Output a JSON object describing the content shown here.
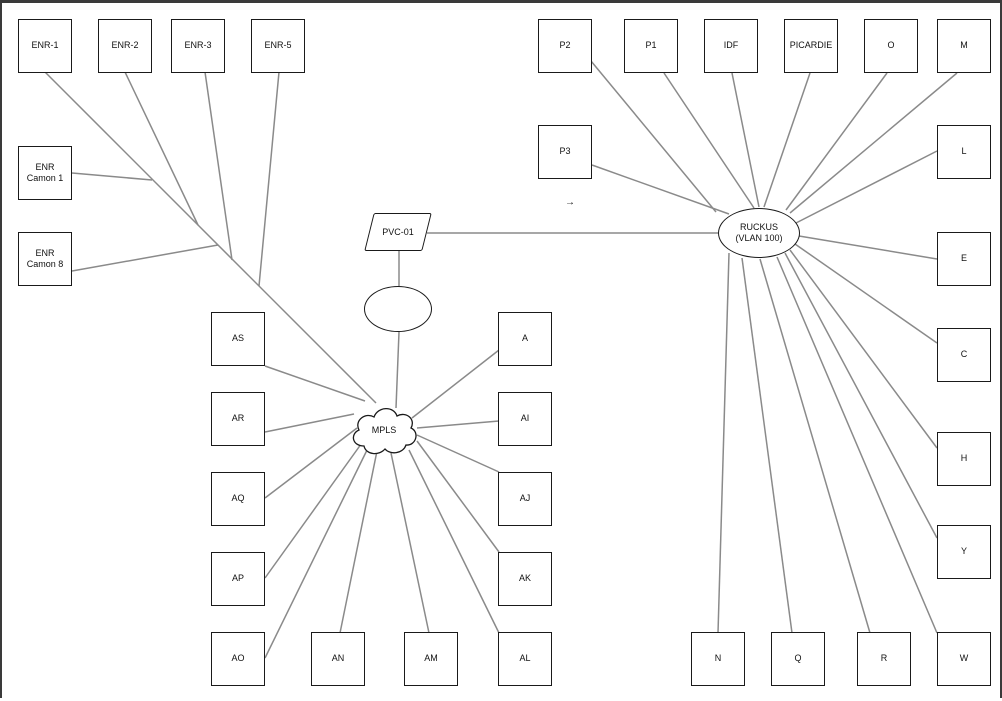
{
  "diagram": {
    "nodes": {
      "enr1": "ENR-1",
      "enr2": "ENR-2",
      "enr3": "ENR-3",
      "enr5": "ENR-5",
      "enr_camon1": "ENR\nCamon 1",
      "enr_camon8": "ENR\nCamon 8",
      "pvc01": "PVC-01",
      "mpls": "MPLS",
      "ruckus": "RUCKUS\n(VLAN 100)",
      "as": "AS",
      "ar": "AR",
      "aq": "AQ",
      "ap": "AP",
      "ao": "AO",
      "an": "AN",
      "am": "AM",
      "al": "AL",
      "a": "A",
      "ai": "AI",
      "aj": "AJ",
      "ak": "AK",
      "p2": "P2",
      "p1": "P1",
      "idf": "IDF",
      "picardie": "PICARDIE",
      "o": "O",
      "m": "M",
      "p3": "P3",
      "l": "L",
      "e": "E",
      "c": "C",
      "h": "H",
      "y": "Y",
      "w": "W",
      "n": "N",
      "q": "Q",
      "r": "R"
    },
    "icons": {
      "cursor_arrow": "arrow-right-icon"
    },
    "colors": {
      "node_border": "#1a1a1a",
      "link": "#8a8a8a",
      "frame": "#3a3a3a"
    }
  }
}
